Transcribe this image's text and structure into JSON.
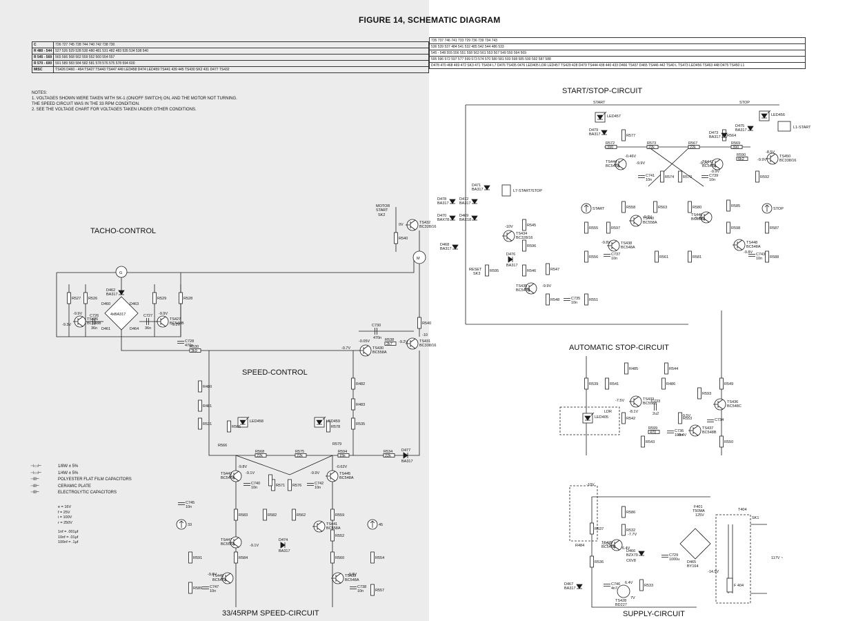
{
  "figure": {
    "title": "FIGURE 14,",
    "subtitle": "SCHEMATIC DIAGRAM"
  },
  "ref_table": {
    "rows_left": [
      {
        "key": "C",
        "text": "726        727   745  728       744                        740                              742                            738 730"
      },
      {
        "key": "R  480 - 544",
        "text": "527  526                      529          528      530  480  481  531                                                         482  483  535   534  538  540"
      },
      {
        "key": "R  545 - 569",
        "text": "                                                          565  566        568                  562                       559   552  560            554  557"
      },
      {
        "key": "R  570 - 600",
        "text": "                                                591  589           583  584         582  581  578  576         575         578         594                       600"
      },
      {
        "key": "MISC",
        "text": "TS426          D460 - 464           TS427        TS443     TS447  449   LED458  D474  LED459    TS441  439  445        TS430  SK2  431  D477  TS432"
      }
    ],
    "rows_right": [
      {
        "text": "735                          737  746                741  733  729  736               739  734                     743"
      },
      {
        "text": "536  539  537  484              541  532  485  542   544  486  533"
      },
      {
        "text": "545 - 548                        555  556  551            558               563  561          553  567          549  550  564        569"
      },
      {
        "text": "595              596                          572     597     577          599   573    574  570  580  581  593                 598  585  590     592   587  588"
      },
      {
        "text": "D478 470 468 469 472 SK3 471 TS434 L7 D476  TS435 0476 LED405 LDR LED457 TS429 428 D479  TS444 438 440 433 D466 TS437 D465 TS446 442 TS40 L TS473 LED456 TS463 448 D475 TS450 L1"
      }
    ]
  },
  "notes": {
    "heading": "NOTES:",
    "items": [
      "1. VOLTAGES SHOWN WERE TAKEN WITH SK-1 (ON/OFF SWITCH) ON, AND THE MOTOR NOT TURNING.",
      "   THE SPEED CIRCUIT WAS IN THE 33 RPM CONDITION.",
      "2. SEE THE VOLTAGE CHART FOR VOLTAGES TAKEN UNDER OTHER CONDITIONS."
    ]
  },
  "sections": {
    "tacho": "TACHO-CONTROL",
    "speed": "SPEED-CONTROL",
    "speed_circuit": "33/45RPM SPEED-CIRCUIT",
    "start_stop": "START/STOP-CIRCUIT",
    "auto_stop": "AUTOMATIC STOP-CIRCUIT",
    "supply": "SUPPLY-CIRCUIT"
  },
  "legend": {
    "items": [
      {
        "sym": "⊣▭⊢",
        "text": "1/8W ± 5%"
      },
      {
        "sym": "⊣▭⊢",
        "text": "1/4W ± 5%"
      },
      {
        "sym": "⊣‖⊢",
        "text": "POLYESTER FLAT FILM CAPACITORS"
      },
      {
        "sym": "⊣‖⊢",
        "text": "CERAMIC PLATE"
      },
      {
        "sym": "⊣‖⊢",
        "text": "ELECTROLYTIC CAPACITORS"
      }
    ],
    "voltages": [
      "e = 16V",
      "f = 25V",
      "i = 100V",
      "r = 250V"
    ],
    "conversions": [
      "1nf = .001μf",
      "10nf = .01μf",
      "100nf = .1μf"
    ]
  },
  "components": {
    "motor": "M",
    "generator": "G",
    "ts426": "TS426",
    "ts426_t": "BC548B",
    "ts427": "TS427",
    "ts427_t": "BC548B",
    "bridge": "4xBA317",
    "d460": "D460",
    "d461": "D461",
    "d462": "D462",
    "d462_t": "BA317",
    "d463": "D463",
    "d464": "D464",
    "r527": "R527",
    "r526": "R526",
    "r529": "R529",
    "r528": "R528",
    "r530": "R530",
    "r530_v": "3k9",
    "c726": "C726",
    "c726_v": "36n",
    "c727": "C727",
    "c727_v": "36n",
    "c728": "C728",
    "c728_v": "470n",
    "v_ts426": "-9.3V",
    "v_ts426b": "-9.9V",
    "v_ts427": "-9.9V",
    "v_ts427b": "-9.3V",
    "ts430": "TS430",
    "ts430_t": "BC558A",
    "ts431": "TS431",
    "ts431_t": "BC338/16",
    "c730": "C730",
    "c730_v": "470n",
    "r538": "R538",
    "r538_v": "2k7",
    "v_ts430": "-0.05V",
    "v_ts430b": "-0.7V",
    "v_ts431": "-9.2V",
    "v_10": "-10",
    "ts432": "TS432",
    "ts432_t": "BC328/16",
    "r540": "R540",
    "motor_start": "MOTOR",
    "motor_start2": "START",
    "sk2": "SK2",
    "v_0v": "0V",
    "r480": "R480",
    "r481": "R481",
    "r531": "R531",
    "r482": "R482",
    "r483": "R483",
    "r535": "R535",
    "r565": "R565",
    "r566": "R566",
    "r578": "R578",
    "r579": "R579",
    "led458": "LED458",
    "led459": "LED459",
    "r568": "R568",
    "r568_v": "22k",
    "r575": "R575",
    "r575_v": "22k",
    "r594": "R594",
    "r594_v": "15k",
    "r534": "R534",
    "r534_v": "22k",
    "d477": "D477",
    "d477_t": "BA317",
    "ts443": "TS443",
    "ts443_t": "BC548A",
    "ts445": "TS445",
    "ts445_t": "BC548A",
    "ts447": "TS447",
    "ts447_t": "BC558A",
    "ts441": "TS441",
    "ts441_t": "BC558A",
    "ts449": "TS449",
    "ts449_t": "BC548A",
    "ts439": "TS439",
    "ts439_t": "BC548A",
    "c740": "C740",
    "c740_v": "10n",
    "c742": "C742",
    "c742_v": "10n",
    "r571": "R571",
    "r576": "R576",
    "r583": "R583",
    "r582": "R582",
    "r562": "R562",
    "r559": "R559",
    "r584": "R584",
    "r552": "R552",
    "r560": "R560",
    "r591": "R591",
    "r554": "R554",
    "r589": "R589",
    "r557": "R557",
    "d474": "D474",
    "d474_t": "BA317",
    "c745": "C745",
    "c745_v": "10n",
    "sw33": "33",
    "sw45": "45",
    "c747": "C747",
    "c747_v": "10n",
    "c738": "C738",
    "c738_v": "10n",
    "v_98": "-9.8V",
    "v_91": "-9.1V",
    "v_99": "-9.9V",
    "v_062": "-0.62V",
    "v_0": "0V",
    "led457": "LED457",
    "led456": "LED456",
    "start": "START",
    "stop": "STOP",
    "d479": "D479",
    "d479_t": "BA317",
    "d473": "D473",
    "d473_t": "BA317",
    "d475": "D475",
    "d475_t": "BA317",
    "l1": "L1-START",
    "l7": "L7-START/STOP",
    "r577": "R577",
    "r572": "R572",
    "r572_v": "390",
    "r573": "R573",
    "r573_v": "22k",
    "r567": "R567",
    "r567_v": "22k",
    "r564": "R564",
    "r569": "R569",
    "r569_v": "390",
    "ts444": "TS444",
    "ts444_t": "BC548A",
    "ts442": "TS442",
    "ts442_t": "BC548A",
    "ts450": "TS450",
    "ts450_t": "BC338/16",
    "r590": "R590",
    "r590_v": "6k2",
    "r592": "R592",
    "c741": "C741",
    "c741_v": "10n",
    "c739": "C739",
    "c739_v": "10n",
    "r574": "R574",
    "r570": "R570",
    "r558": "R558",
    "r563": "R563",
    "r580": "R580",
    "r585": "R585",
    "r597": "R597",
    "r555": "R555",
    "r598": "R598",
    "r587": "R587",
    "r588": "R588",
    "ts440": "TS440",
    "ts440_t": "BC558A",
    "ts446": "TS446",
    "ts446_t": "BC558A",
    "ts438": "TS438",
    "ts438_t": "BC548A",
    "ts448": "TS448",
    "ts448_t": "BC548A",
    "c737": "C737",
    "c737_v": "10n",
    "c743": "C743",
    "c743_v": "10n",
    "r556": "R556",
    "r561": "R561",
    "r581": "R581",
    "d478": "D478",
    "d478_t": "BA317",
    "d470": "D470",
    "d470_t": "BAX78",
    "d471": "D471",
    "d471_t": "BA317",
    "d472": "D472",
    "d472_t": "BA317",
    "d469": "D469",
    "d469_t": "BAX18",
    "d468": "D468",
    "d468_t": "BA317",
    "ts434": "TS434",
    "ts434_t": "BC328/16",
    "r545": "R545",
    "r596": "R596",
    "d476": "D476",
    "d476_t": "BA317",
    "reset": "RESET",
    "sk3": "SK3",
    "r595": "R595",
    "r546": "R546",
    "r547": "R547",
    "r548": "R548",
    "r551": "R551",
    "ts435": "TS435",
    "ts435_t": "BC548B",
    "c735": "C735",
    "c735_v": "10n",
    "v_10v": "-10V",
    "v_46": "-0.46V",
    "v_92": "-9.2V",
    "v_85": "-8.5V",
    "v_94": "-9.4V",
    "r539": "R539",
    "r541": "R541",
    "r484": "R484",
    "r485": "R485",
    "r486": "R486",
    "r544": "R544",
    "ts433": "TS433",
    "ts433_t": "BC558B",
    "c733": "C733",
    "c733_v": "2u2",
    "led405": "LED405",
    "ldr": "LDR",
    "r542": "R542",
    "r543": "R543",
    "r593": "R593",
    "r599": "R599",
    "r599_v": "470",
    "c736": "C736",
    "c736_v": "100n",
    "r553": "R553",
    "ts437": "TS437",
    "ts437_t": "BC548B",
    "c734": "C734",
    "r549": "R549",
    "ts436": "TS436",
    "ts436_t": "BC548C",
    "r550": "R550",
    "v_75": "-7.5V",
    "v_81": "-8.1V",
    "v_95": "-9.5V",
    "v_84": "-8.4V",
    "r537": "R537",
    "r586": "R586",
    "r532": "R532",
    "r536": "R536",
    "r533": "R533",
    "ts429": "TS429",
    "ts429_t": "BC548B",
    "d466": "D466",
    "d466_t": "BZX79",
    "d466_v": "C6V8",
    "d467": "D467",
    "d467_t": "BA317",
    "c746": "C746",
    "c746_v": "4n7",
    "ts428": "TS428",
    "ts428_t": "BD227",
    "c729": "C729",
    "c729_v": "1000u",
    "d465": "D465",
    "d465_t": "BY164",
    "f401": "F401",
    "f401_v": "T50MA",
    "f401_v2": "125V",
    "t404": "T404",
    "sk1": "SK1",
    "v117": "117V ~",
    "f404": "F 404",
    "v_71": "-7.1V",
    "v_64": "6.4V",
    "v_77": "-7.7V",
    "v_7v": "7V",
    "v_145": "-14.5V"
  }
}
